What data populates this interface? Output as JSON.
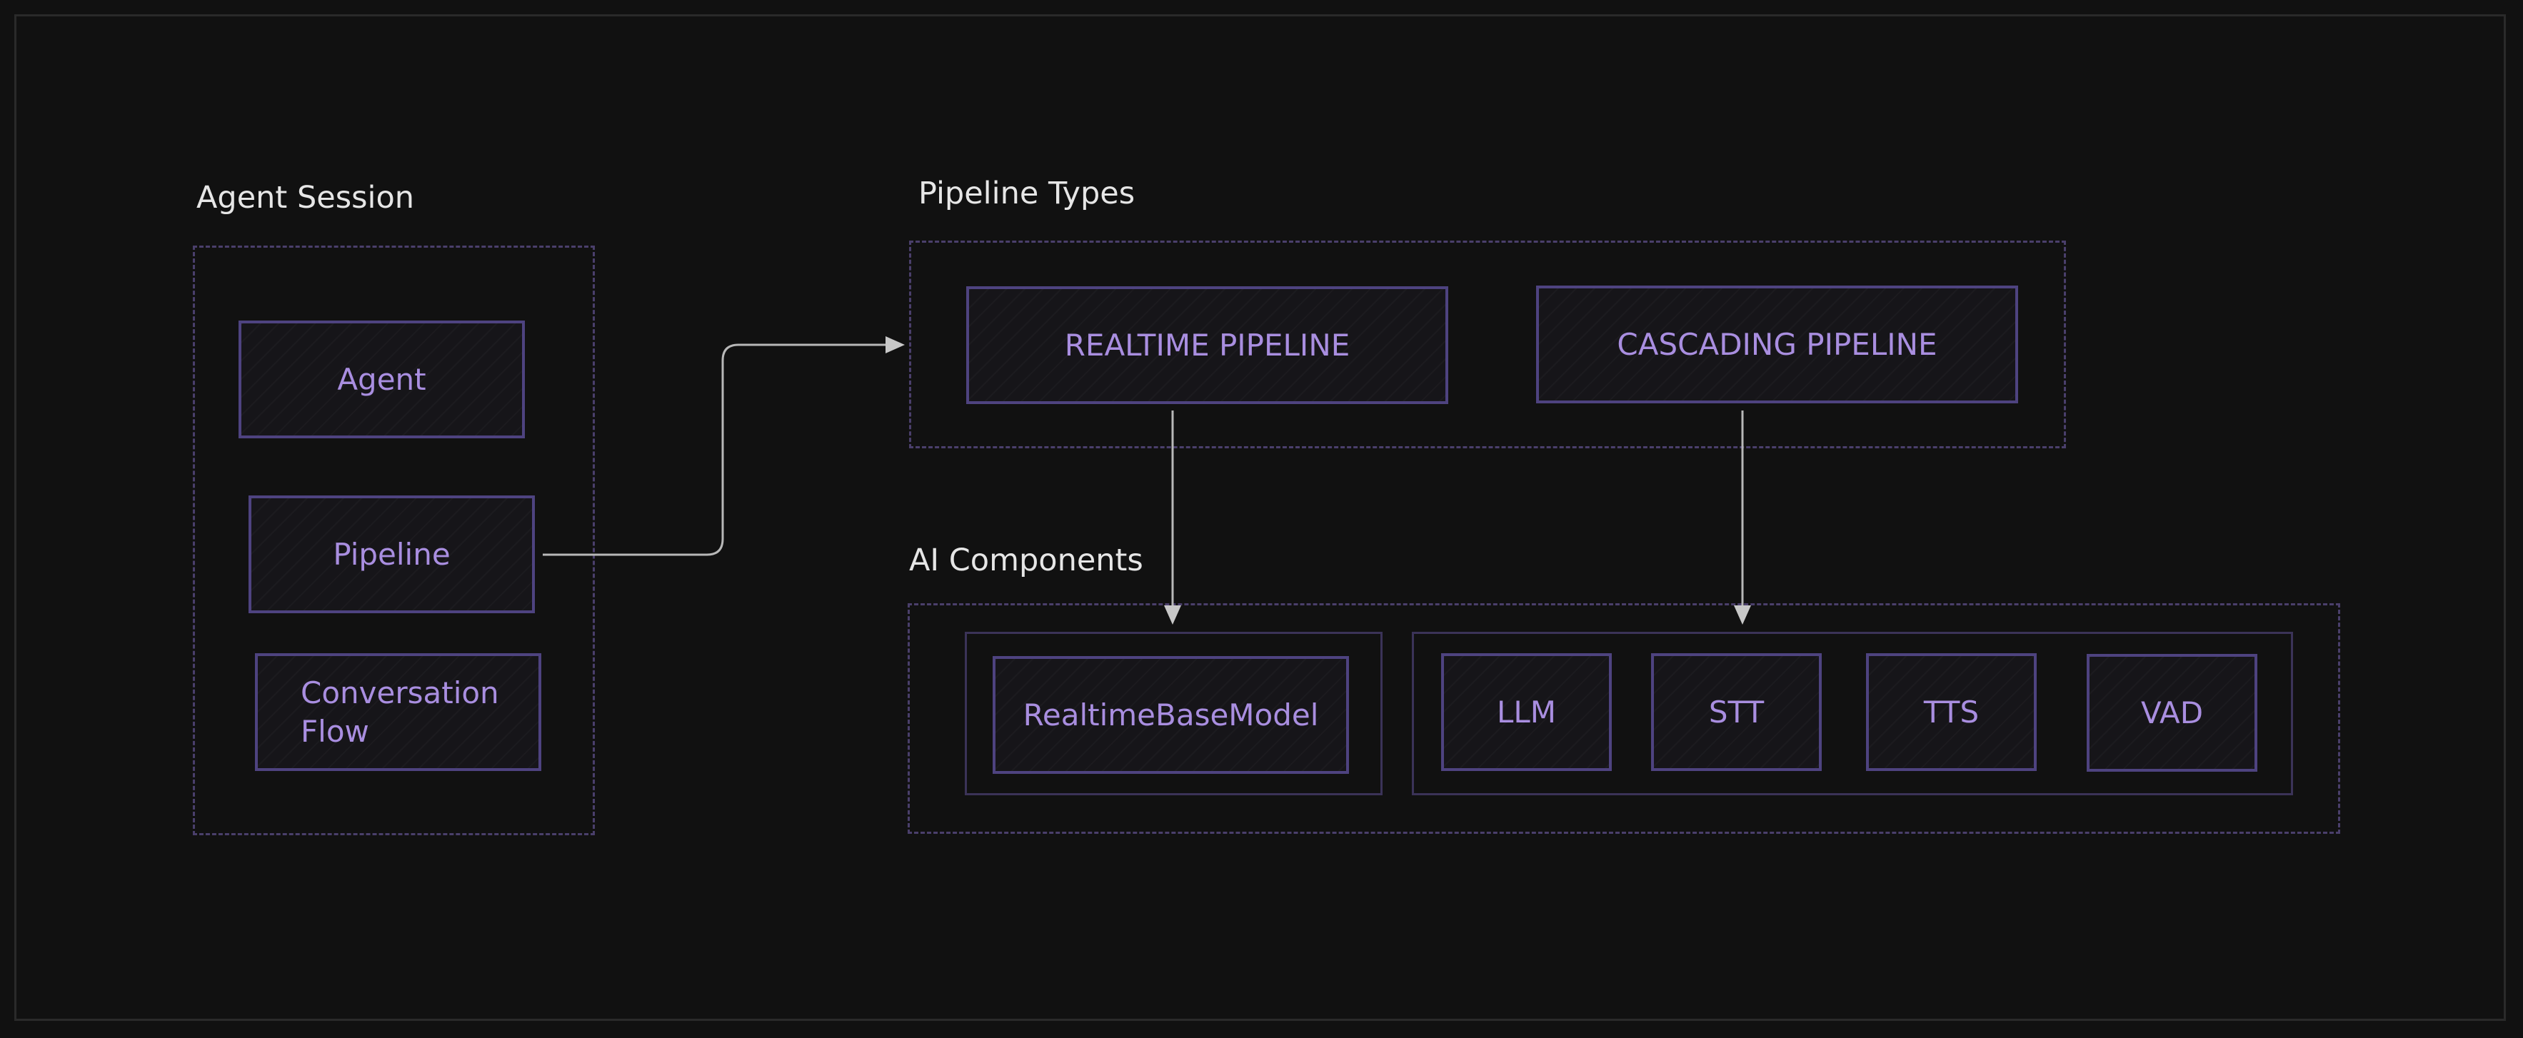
{
  "agent_session": {
    "title": "Agent Session",
    "nodes": {
      "agent": "Agent",
      "pipeline": "Pipeline",
      "conversation_flow": "Conversation\nFlow"
    }
  },
  "pipeline_types": {
    "title": "Pipeline Types",
    "nodes": {
      "realtime": "REALTIME PIPELINE",
      "cascading": "CASCADING PIPELINE"
    }
  },
  "ai_components": {
    "title": "AI Components",
    "nodes": {
      "realtime_base_model": "RealtimeBaseModel",
      "llm": "LLM",
      "stt": "STT",
      "tts": "TTS",
      "vad": "VAD"
    }
  },
  "colors": {
    "background": "#111111",
    "node_border": "#4e4380",
    "node_text": "#a98ee0",
    "group_border": "#4a3f6b",
    "title_text": "#e6e6e6",
    "connector": "#b8b8b8"
  }
}
